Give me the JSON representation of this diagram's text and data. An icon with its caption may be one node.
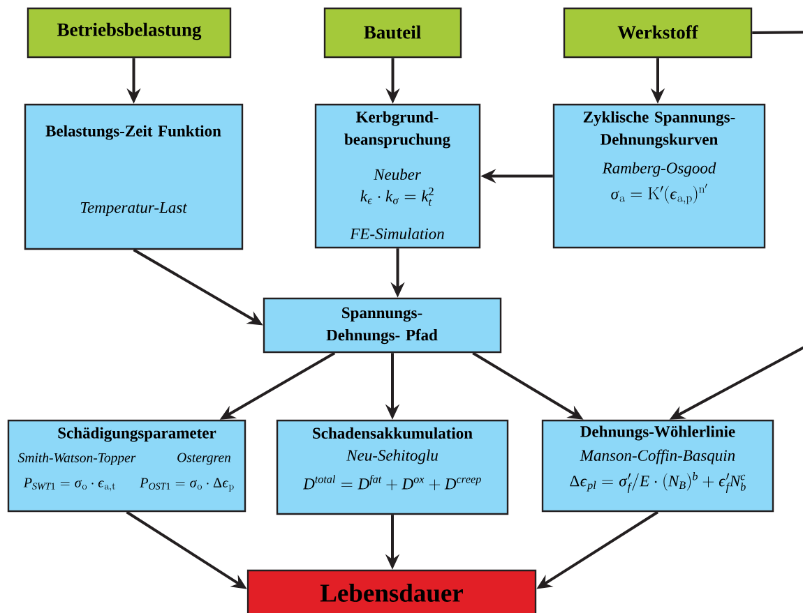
{
  "diagram": {
    "nodes": [
      {
        "text": [
          "Betriebsbelastung"
        ]
      },
      {
        "text": [
          "Bauteil"
        ]
      },
      {
        "text": [
          "Werkstoff"
        ]
      },
      {
        "text": [
          "Belastungs-Zeit Funktion",
          "Temperatur-Last"
        ]
      },
      {
        "text": [
          "Kerbgrund- beanspruchung",
          "Neuber",
          "k_{\\varepsilon}\\cdot k_{\\sigma} = k_{t}^{2}",
          "FE-Simulation"
        ]
      },
      {
        "text": [
          "Zyklische Spannungs- Dehnungskurven",
          "Ramberg-Osgood",
          "\\sigma_{\\mathrm{a}} = \\mathrm{K}'(\\varepsilon_{\\mathrm{a,p}})^{\\mathrm{n}'}"
        ]
      },
      {
        "text": [
          "Spannungs-Dehnungs- Pfad"
        ]
      },
      {
        "text": [
          "Schädigungsparameter",
          "Smith-Watson-Topper",
          "Ostergren",
          "P_{SWT1} = \\sigma_{\\mathrm{o}}\\cdot\\varepsilon_{\\mathrm{a,t}}",
          "P_{OST1} = \\sigma_{\\mathrm{o}}\\cdot\\Delta\\varepsilon_{\\mathrm{p}}"
        ]
      },
      {
        "text": [
          "Schadensakkumulation",
          "Neu-Sehitoglu",
          "D^{total} = D^{fat} + D^{ox} + D^{creep}"
        ]
      },
      {
        "text": [
          "Dehnungs-Wöhlerlinie",
          "Manson-Coffin-Basquin",
          "\\Delta\\varepsilon_{pl} = \\sigma'_{f}/E\\cdot(N_{B})^{b} + \\varepsilon'_{f}N_{b}^{c}"
        ]
      },
      {
        "text": [
          "Lebensdauer"
        ]
      }
    ],
    "edges": [
      {
        "from": 0,
        "to": 3,
        "arrow": "to"
      },
      {
        "from": 1,
        "to": 4,
        "arrow": "to"
      },
      {
        "from": 2,
        "to": 5,
        "arrow": "to"
      },
      {
        "from": 5,
        "to": 4,
        "arrow": "to"
      },
      {
        "from": 3,
        "to": 6,
        "arrow": "to"
      },
      {
        "from": 4,
        "to": 6,
        "arrow": "to"
      },
      {
        "from": 6,
        "to": 7,
        "arrow": "to"
      },
      {
        "from": 6,
        "to": 8,
        "arrow": "to"
      },
      {
        "from": 6,
        "to": 9,
        "arrow": "to"
      },
      {
        "from": 2,
        "to": 9,
        "arrow": "to"
      },
      {
        "from": 7,
        "to": 10,
        "arrow": "to"
      },
      {
        "from": 8,
        "to": 10,
        "arrow": "to"
      },
      {
        "from": 9,
        "to": 10,
        "arrow": "to"
      }
    ]
  }
}
